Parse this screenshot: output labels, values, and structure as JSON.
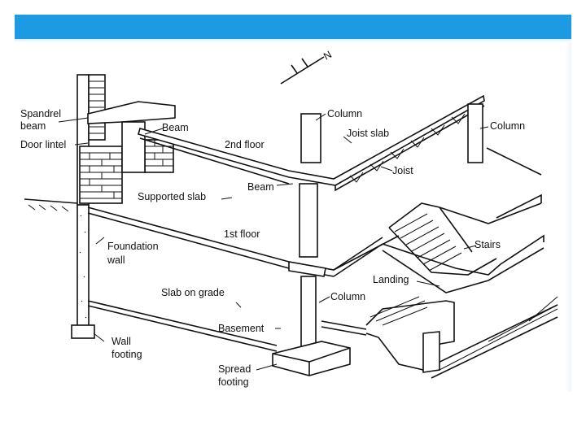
{
  "labels": {
    "spandrel_beam": [
      "Spandrel",
      "beam"
    ],
    "door_lintel": "Door lintel",
    "beam_top": "Beam",
    "second_floor": "2nd floor",
    "column_top": "Column",
    "joist_slab": "Joist slab",
    "column_right": "Column",
    "joist": "Joist",
    "beam_mid": "Beam",
    "supported_slab": "Supported slab",
    "first_floor": "1st floor",
    "foundation_wall": [
      "Foundation",
      "wall"
    ],
    "stairs": "Stairs",
    "landing": "Landing",
    "slab_on_grade": "Slab on grade",
    "column_low": "Column",
    "basement": "Basement",
    "wall_footing": [
      "Wall",
      "footing"
    ],
    "spread_footing": [
      "Spread",
      "footing"
    ],
    "north": "N"
  }
}
